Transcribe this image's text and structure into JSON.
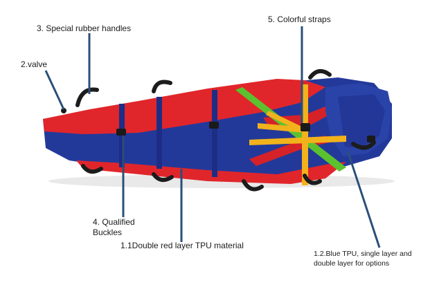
{
  "labels": {
    "valve": "2.valve",
    "handles": "3. Special rubber handles",
    "straps": "5. Colorful straps",
    "buckles_line1": "4. Qualified",
    "buckles_line2": "Buckles",
    "red_layer": "1.1Double red layer TPU material",
    "blue_line1": "1.2.Blue TPU, single layer and",
    "blue_line2": "double layer for options"
  },
  "colors": {
    "background": "#ffffff",
    "red_tpu": "#e0262b",
    "blue_tpu": "#23399a",
    "strap_blue": "#1d2d86",
    "strap_green": "#5cc12f",
    "strap_yellow": "#f2b21c",
    "handle": "#1c1c1c",
    "leader_line": "#2b4f7a"
  }
}
